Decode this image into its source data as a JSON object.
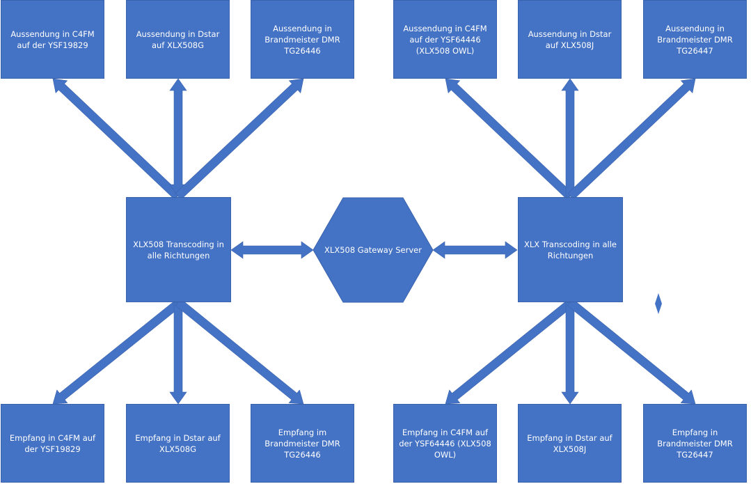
{
  "colors": {
    "fill": "#4472c4",
    "arrow": "#4472c4",
    "stroke": "#3a63ad",
    "text": "#ffffff"
  },
  "left": {
    "top": {
      "c4fm": "Aussendung in C4FM auf der YSF19829",
      "dstar": "Aussendung in Dstar auf XLX508G",
      "dmr": "Aussendung in Brandmeister DMR TG26446"
    },
    "hub": "XLX508 Transcoding in alle Richtungen",
    "bottom": {
      "c4fm": "Empfang in C4FM auf der YSF19829",
      "dstar": "Empfang in Dstar auf XLX508G",
      "dmr": "Empfang im Brandmeister DMR TG26446"
    }
  },
  "center": {
    "gateway": "XLX508 Gateway Server"
  },
  "right": {
    "top": {
      "c4fm": "Aussendung in C4FM auf der YSF64446 (XLX508 OWL)",
      "dstar": "Aussendung in Dstar auf XLX508J",
      "dmr": "Aussendung in Brandmeister DMR TG26447"
    },
    "hub": "XLX Transcoding in alle Richtungen",
    "bottom": {
      "c4fm": "Empfang in C4FM auf der YSF64446 (XLX508 OWL)",
      "dstar": "Empfang in Dstar auf XLX508J",
      "dmr": "Empfang in Brandmeister DMR TG26447"
    }
  }
}
